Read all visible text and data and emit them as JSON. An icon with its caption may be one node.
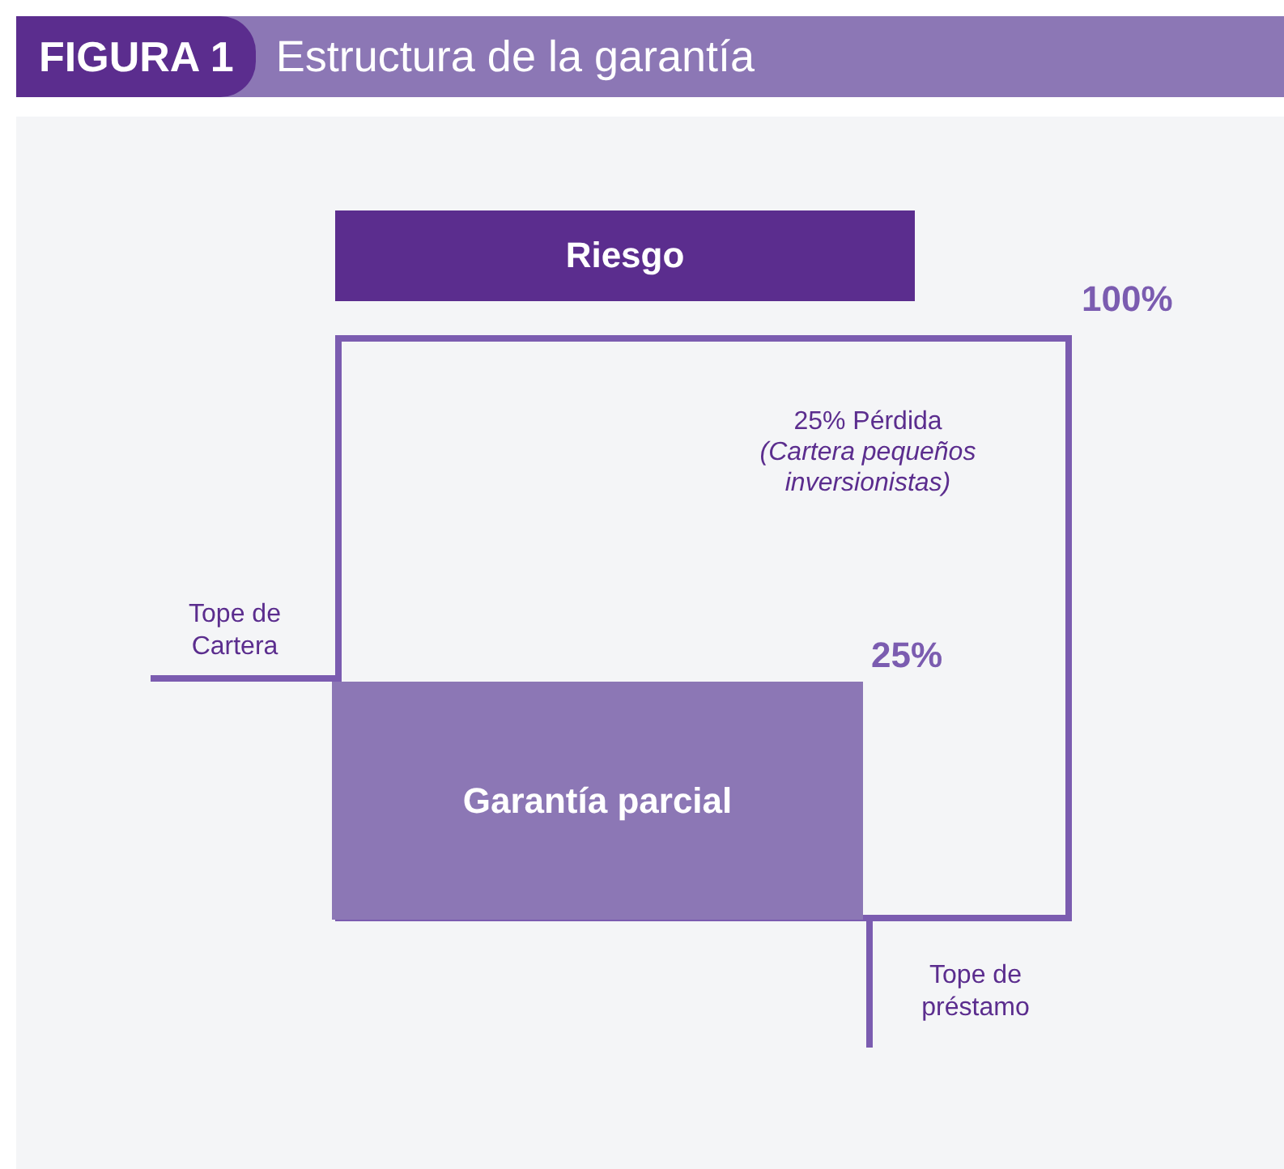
{
  "diagram": {
    "title": "Estructura de la garantía",
    "nodes": [
      {
        "text": [
          "Riesgo"
        ]
      },
      {
        "text": [
          "25% Pérdida",
          "(Cartera pequeños inversionistas)"
        ],
        "beside": [
          "100%"
        ]
      },
      {
        "text": [
          "Garantía parcial"
        ],
        "in": 1,
        "beside": [
          "25%"
        ]
      }
    ],
    "labels": [
      "FIGURA 1",
      "Tope de Cartera",
      "Tope de préstamo"
    ]
  }
}
